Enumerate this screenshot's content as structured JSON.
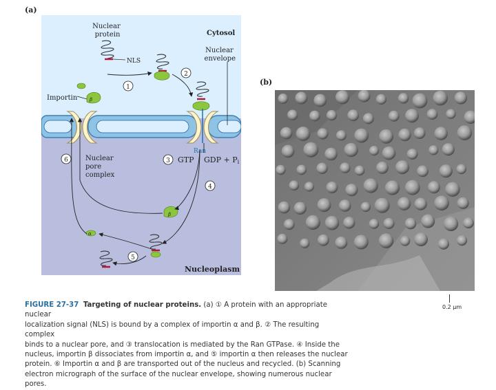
{
  "panel_labels": {
    "a": "(a)",
    "b": "(b)"
  },
  "diagram": {
    "labels": {
      "nuclear_protein": [
        "Nuclear",
        "protein"
      ],
      "nls": "NLS",
      "cytosol": "Cytosol",
      "nuclear_envelope": [
        "Nuclear",
        "envelope"
      ],
      "importin": "Importin",
      "beta": "β",
      "alpha": "α",
      "ran": "Ran",
      "gtp": "GTP",
      "gdp_pi": "GDP + P",
      "gdp_pi_sub": "i",
      "nuclear_pore_complex": [
        "Nuclear",
        "pore",
        "complex"
      ],
      "nucleoplasm": "Nucleoplasm"
    },
    "steps": [
      "1",
      "2",
      "3",
      "4",
      "5",
      "6"
    ],
    "colors": {
      "cytosol": "#dcefff",
      "nucleoplasm": "#b9bedf",
      "membrane": "#8fc3e6",
      "pore": "#fff4cc",
      "importin": "#8cc63f",
      "nls": "#b0173a",
      "ran": "#1e6fb5"
    }
  },
  "micrograph": {
    "scale_label": "0.2 μm"
  },
  "caption": {
    "figure_number": "FIGURE 27-37",
    "title": "Targeting of nuclear proteins.",
    "lines": [
      "(a) ① A protein with an appropriate nuclear",
      "localization signal (NLS) is bound by a complex of importin α and β. ② The resulting complex",
      "binds to a nuclear pore, and ③ translocation is mediated by the Ran GTPase. ④ Inside the",
      "nucleus, importin β dissociates from importin α, and ⑤ importin α then releases the nuclear",
      "protein. ⑥ Importin α and β are transported out of the nucleus and recycled. (b) Scanning",
      "electron micrograph of the surface of the nuclear envelope, showing numerous nuclear pores."
    ]
  }
}
